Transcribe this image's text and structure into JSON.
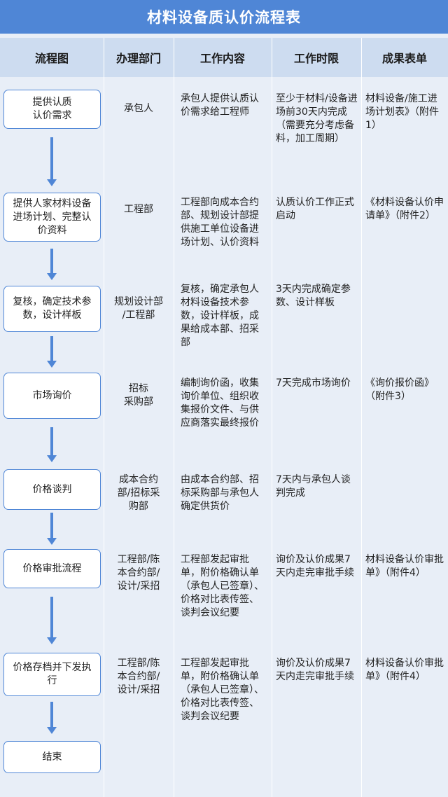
{
  "title": "材料设备质认价流程表",
  "headers": {
    "flow": "流程图",
    "dept": "办理部门",
    "content": "工作内容",
    "time": "工作时限",
    "result": "成果表单"
  },
  "rows": [
    {
      "step": "提供认质\n认价需求",
      "dept": "承包人",
      "content": "承包人提供认质认价需求给工程师",
      "time": "至少于材料/设备进场前30天内完成\n（需要充分考虑备料，加工周期）",
      "result": "材料设备/施工进场计划表》（附件1）"
    },
    {
      "step": "提供人家材料设备进场计划、完整认价资料",
      "dept": "工程部",
      "content": "工程部向成本合约部、规划设计部提供施工单位设备进场计划、认价资料",
      "time": "认质认价工作正式启动",
      "result": "《材料设备认价申请单》（附件2）"
    },
    {
      "step": "复核，确定技术参数，设计样板",
      "dept": "规划设计部\n/工程部",
      "content": "复核，确定承包人材料设备技术参数，设计样板，成果给成本部、招采部",
      "time": "3天内完成确定参数、设计样板",
      "result": ""
    },
    {
      "step": "市场询价",
      "dept": "招标\n采购部",
      "content": "编制询价函，收集询价单位、组织收集报价文件、与供应商落实最终报价",
      "time": "7天完成市场询价",
      "result": "《询价报价函》（附件3）"
    },
    {
      "step": "价格谈判",
      "dept": "成本合约\n部/招标采\n购部",
      "content": "由成本合约部、招标采购部与承包人确定供货价",
      "time": "7天内与承包人谈判完成",
      "result": ""
    },
    {
      "step": "价格审批流程",
      "dept": "工程部/陈\n本合约部/\n设计/采招",
      "content": "工程部发起审批单，附价格确认单（承包人已签章）、价格对比表传签、谈判会议纪要",
      "time": "询价及认价成果7天内走完审批手续",
      "result": "材料设备认价审批单》（附件4）"
    },
    {
      "step": "价格存档并下发执行",
      "dept": "工程部/陈\n本合约部/\n设计/采招",
      "content": "工程部发起审批单，附价格确认单（承包人已签章）、价格对比表传签、谈判会议纪要",
      "time": "询价及认价成果7天内走完审批手续",
      "result": "材料设备认价审批单》（附件4）"
    }
  ],
  "end_step": "结束"
}
